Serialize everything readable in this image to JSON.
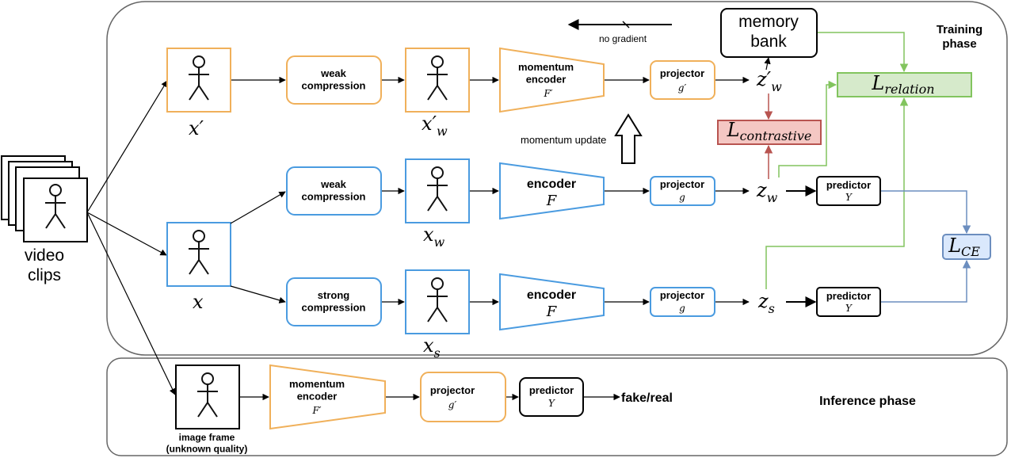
{
  "colors": {
    "orange": "#F0B05A",
    "blue": "#4A9BE0",
    "green": "#82C45E",
    "green_fill": "#D6EACB",
    "red": "#B85450",
    "red_fill": "#F4C7C3",
    "steel": "#6C8EBF",
    "steel_fill": "#DAE8FC",
    "panel_border": "#666666"
  },
  "icons": [
    "stick-figure-icon",
    "stacked-frames-icon",
    "hollow-up-arrow-icon"
  ],
  "phases": {
    "training": "Training\nphase",
    "inference": "Inference phase"
  },
  "input": {
    "label": "video\nclips"
  },
  "legend": {
    "no_gradient": "no gradient",
    "momentum_update": "momentum update"
  },
  "blocks": {
    "weak_compression": "weak\ncompression",
    "strong_compression": "strong\ncompression",
    "momentum_encoder": "momentum\nencoder",
    "momentum_encoder_sym": "F′",
    "encoder": "encoder",
    "encoder_sym": "F",
    "projector": "projector",
    "projector_sym": "g",
    "projector_momentum_sym": "g′",
    "predictor": "predictor",
    "predictor_sym": "Y",
    "memory_bank": "memory\nbank"
  },
  "variables": {
    "x_prime_main": "x",
    "x_prime_mark": "′",
    "x_w_prime_main": "x",
    "x_w_prime_mark": "′",
    "x_w_prime_sub": "w",
    "x_main": "x",
    "x_w_main": "x",
    "x_w_sub": "w",
    "x_s_main": "x",
    "x_s_sub": "s",
    "z_w_prime_main": "z",
    "z_w_prime_mark": "′",
    "z_w_prime_sub": "w",
    "z_w_main": "z",
    "z_w_sub": "w",
    "z_s_main": "z",
    "z_s_sub": "s"
  },
  "losses": {
    "relation_main": "L",
    "relation_sub": "relation",
    "contrastive_main": "L",
    "contrastive_sub": "contrastive",
    "ce_main": "L",
    "ce_sub": "CE"
  },
  "inference": {
    "frame_label": "image frame\n(unknown quality)",
    "output": "fake/real"
  }
}
